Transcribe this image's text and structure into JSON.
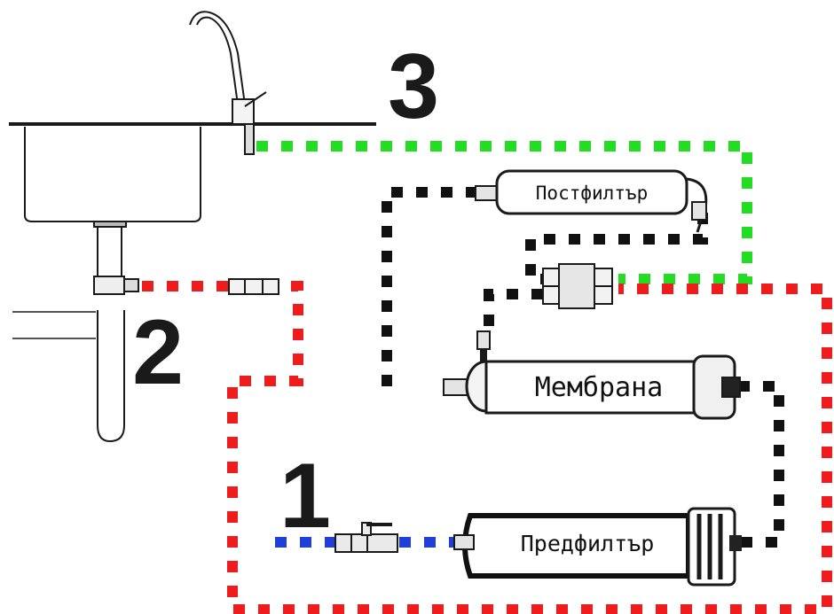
{
  "colors": {
    "green_line": "#22dd22",
    "red_line": "#ee1c1c",
    "black_line": "#111111",
    "blue_line": "#1f3fd8",
    "outline": "#1a1a1a"
  },
  "steps": {
    "one": "1",
    "two": "2",
    "three": "3"
  },
  "filters": {
    "postfilter": "Постфилтър",
    "membrane": "Мембрана",
    "prefilter": "Предфилтър"
  }
}
